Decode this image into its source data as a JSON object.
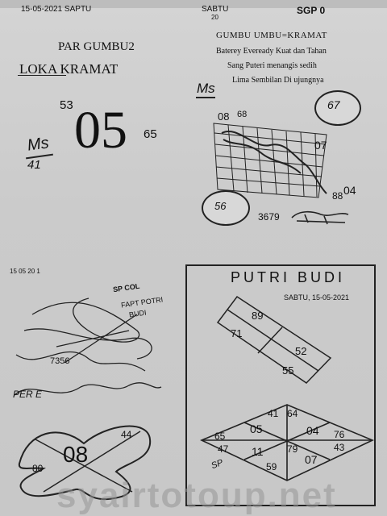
{
  "header": {
    "date_left": "15-05-2021  SAPTU",
    "day_center": "SABTU",
    "code_right": "SGP  0",
    "small_center": "20"
  },
  "left_top": {
    "title1": "PAR GUMBU2",
    "title2": "LOKA   KRAMAT",
    "big_number": "05",
    "num_53": "53",
    "num_65": "65",
    "ms": "Ms",
    "num_41": "41"
  },
  "right_top": {
    "heading": "GUMBU   UMBU=KRAMAT",
    "lines": [
      "Baterey Eveready Kuat dan Tahan",
      "Sang Puteri menangis sedih",
      "Lima Sembilan Di ujungnya"
    ],
    "ms": "Ms",
    "n08": "08",
    "n68": "68",
    "cloud1": "67",
    "n07": "07",
    "n88": "88",
    "n04": "04",
    "cloud2": "56",
    "n3679": "3679"
  },
  "left_bottom": {
    "date": "15 05 20 1",
    "tag1": "SP  COL",
    "tag2": "FAPT  POTRI",
    "tag3": "BUDI",
    "num_7356": "7356",
    "scrawl": "PER   E",
    "big": "08",
    "n44": "44",
    "n80": "80"
  },
  "right_bottom": {
    "title": "PUTRI BUDI",
    "date": "SABTU, 15-05-2021",
    "d89": "89",
    "d71": "71",
    "d52": "52",
    "d55": "55",
    "top": "41",
    "top2": "64",
    "c05": "05",
    "c04": "04",
    "l65": "65",
    "l47": "47",
    "c11": "11",
    "c79": "79",
    "c07": "07",
    "r76": "76",
    "r43": "43",
    "b59": "59",
    "sig": "SP"
  },
  "watermark": "syairtotoup.net"
}
